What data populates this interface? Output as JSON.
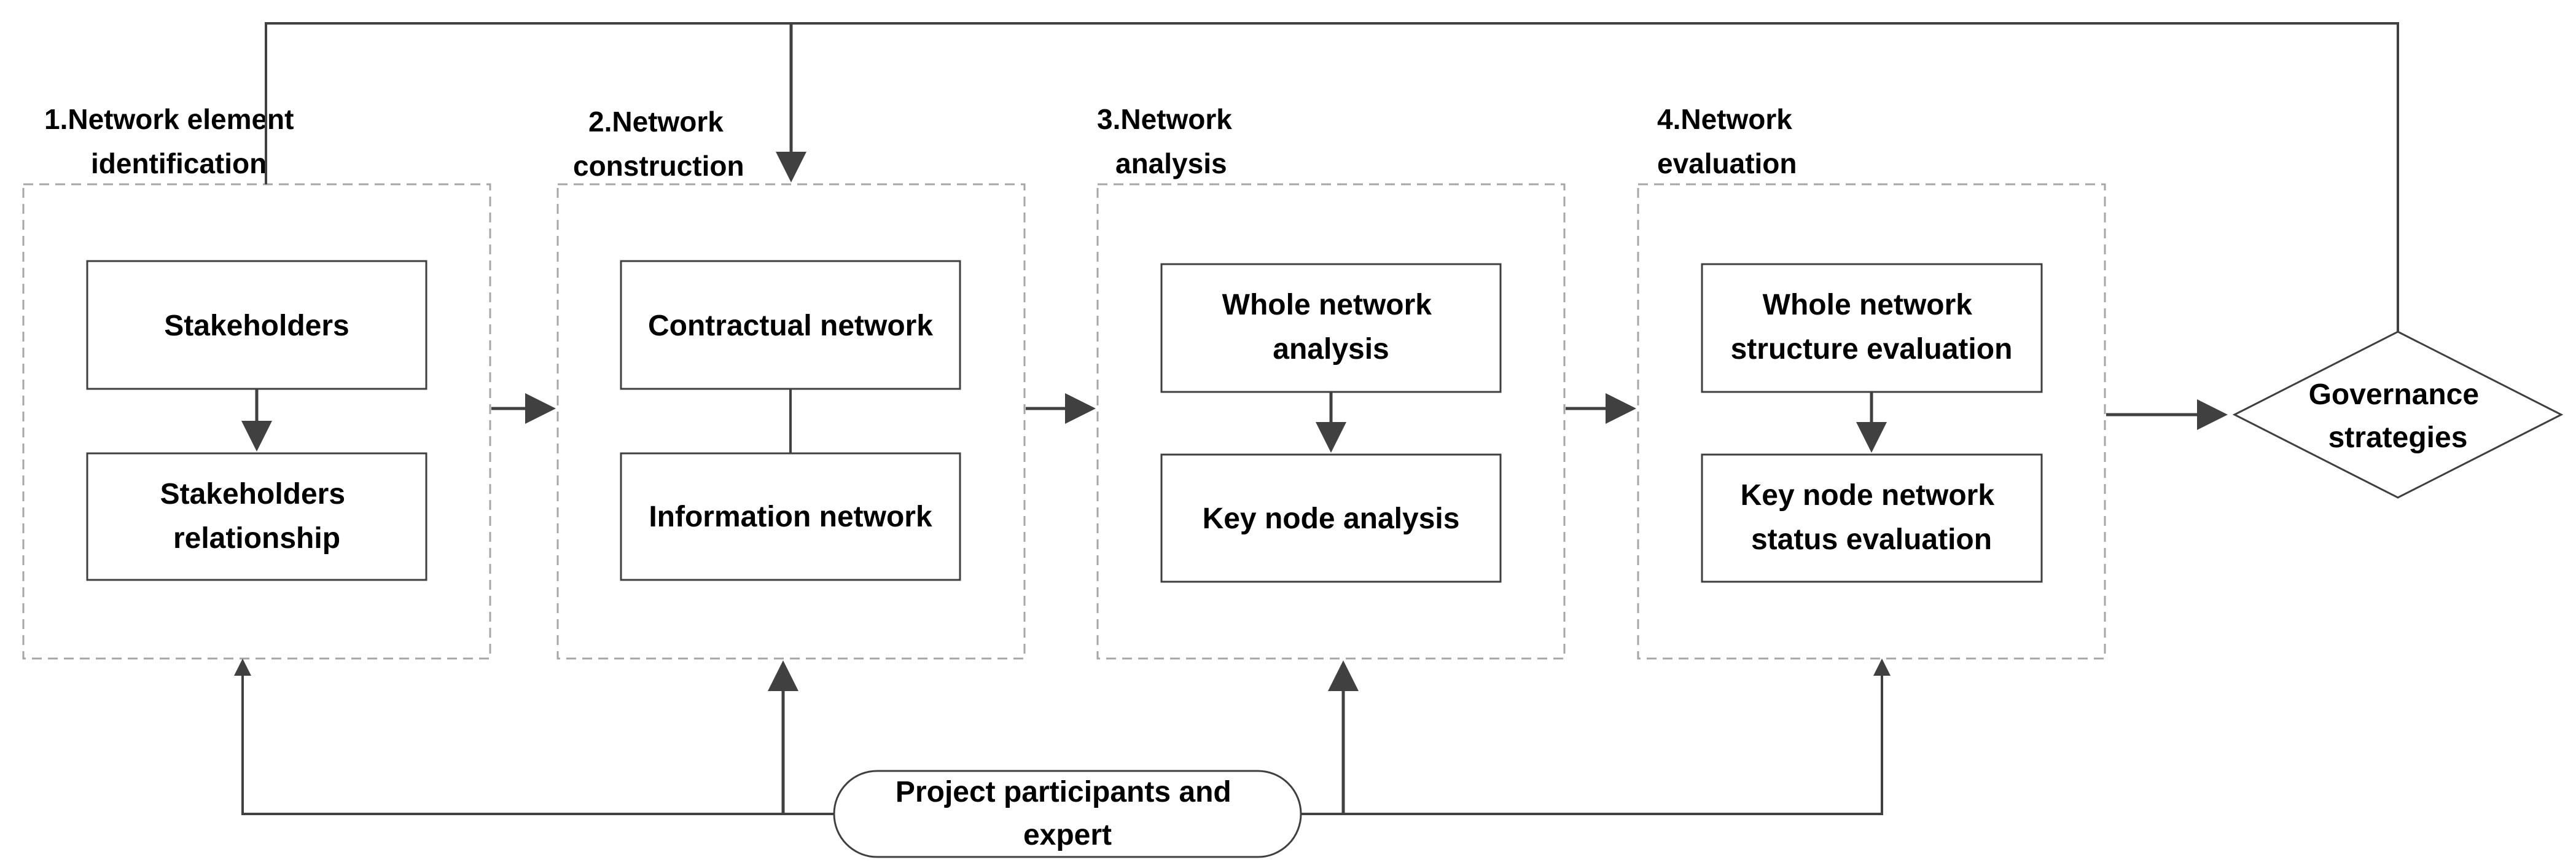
{
  "stages": [
    {
      "id": "s1",
      "title_lines": [
        "1.Network element",
        "identification"
      ]
    },
    {
      "id": "s2",
      "title_lines": [
        "2.Network",
        "construction"
      ]
    },
    {
      "id": "s3",
      "title_lines": [
        "3.Network",
        "analysis"
      ]
    },
    {
      "id": "s4",
      "title_lines": [
        "4.Network",
        "evaluation"
      ]
    }
  ],
  "boxes": {
    "stakeholders": [
      "Stakeholders"
    ],
    "stakeholders_relationship": [
      "Stakeholders",
      "relationship"
    ],
    "contractual_network": [
      "Contractual network"
    ],
    "information_network": [
      "Information network"
    ],
    "whole_network_analysis": [
      "Whole network",
      "analysis"
    ],
    "key_node_analysis": [
      "Key node analysis"
    ],
    "whole_network_structure_evaluation": [
      "Whole network",
      "structure evaluation"
    ],
    "key_node_network_status_evaluation": [
      "Key node network",
      "status evaluation"
    ]
  },
  "decision": {
    "lines": [
      "Governance",
      "strategies"
    ]
  },
  "source": {
    "lines": [
      "Project participants and",
      "expert"
    ]
  },
  "colors": {
    "line": "#404040",
    "frame": "#a6a6a6",
    "box_border": "#3f3f3f"
  }
}
